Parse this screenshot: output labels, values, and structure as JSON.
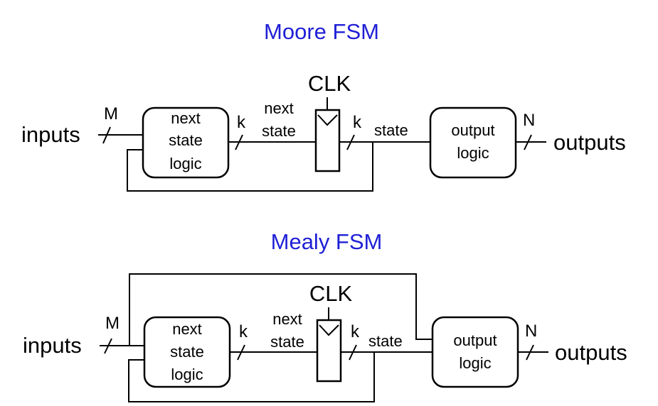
{
  "moore": {
    "title": "Moore FSM",
    "clk_label": "CLK",
    "inputs_label": "inputs",
    "outputs_label": "outputs",
    "input_width": "M",
    "state_width_1": "k",
    "state_width_2": "k",
    "output_width": "N",
    "next_state_line1": "next",
    "next_state_line2": "state",
    "state_label": "state",
    "nsl_line1": "next",
    "nsl_line2": "state",
    "nsl_line3": "logic",
    "ol_line1": "output",
    "ol_line2": "logic"
  },
  "mealy": {
    "title": "Mealy FSM",
    "clk_label": "CLK",
    "inputs_label": "inputs",
    "outputs_label": "outputs",
    "input_width": "M",
    "state_width_1": "k",
    "state_width_2": "k",
    "output_width": "N",
    "next_state_line1": "next",
    "next_state_line2": "state",
    "state_label": "state",
    "nsl_line1": "next",
    "nsl_line2": "state",
    "nsl_line3": "logic",
    "ol_line1": "output",
    "ol_line2": "logic"
  }
}
